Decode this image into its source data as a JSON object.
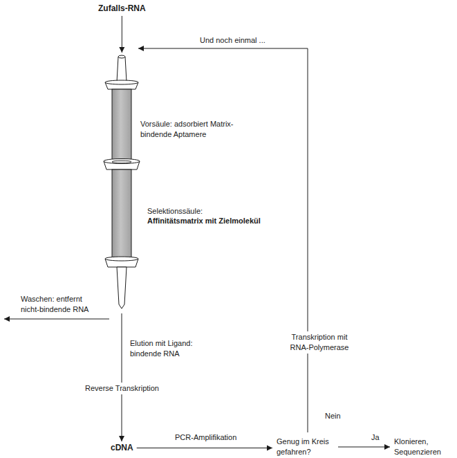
{
  "diagram": {
    "nodes": [
      {
        "text": [
          "Zufalls-RNA"
        ]
      },
      {
        "text": [
          "Vorsäule: adsorbiert Matrix-bindende Aptamere"
        ]
      },
      {
        "text": [
          "Selektionssäule:",
          "Affinitätsmatrix mit Zielmolekül"
        ]
      },
      {
        "text": [
          "cDNA"
        ]
      },
      {
        "text": [
          "Genug im Kreis gefahren?"
        ]
      },
      {
        "text": [
          "Klonieren, Sequenzieren"
        ]
      }
    ],
    "edges": [
      {
        "from": 0,
        "to": 1,
        "arrow": "to"
      },
      {
        "from": 2,
        "to": 3,
        "label": "Reverse Transkription",
        "arrow": "to"
      },
      {
        "from": 3,
        "to": 4,
        "label": "PCR-Amplifikation",
        "arrow": "to"
      },
      {
        "from": 4,
        "to": 5,
        "label": "Ja",
        "arrow": "to"
      },
      {
        "from": 4,
        "to": 1,
        "label": "Und noch einmal ...",
        "arrow": "to"
      }
    ],
    "labels": [
      "Waschen: entfernt nicht-bindende RNA",
      "Elution mit Ligand: bindende RNA",
      "Transkription mit RNA-Polymerase",
      "Nein"
    ]
  }
}
